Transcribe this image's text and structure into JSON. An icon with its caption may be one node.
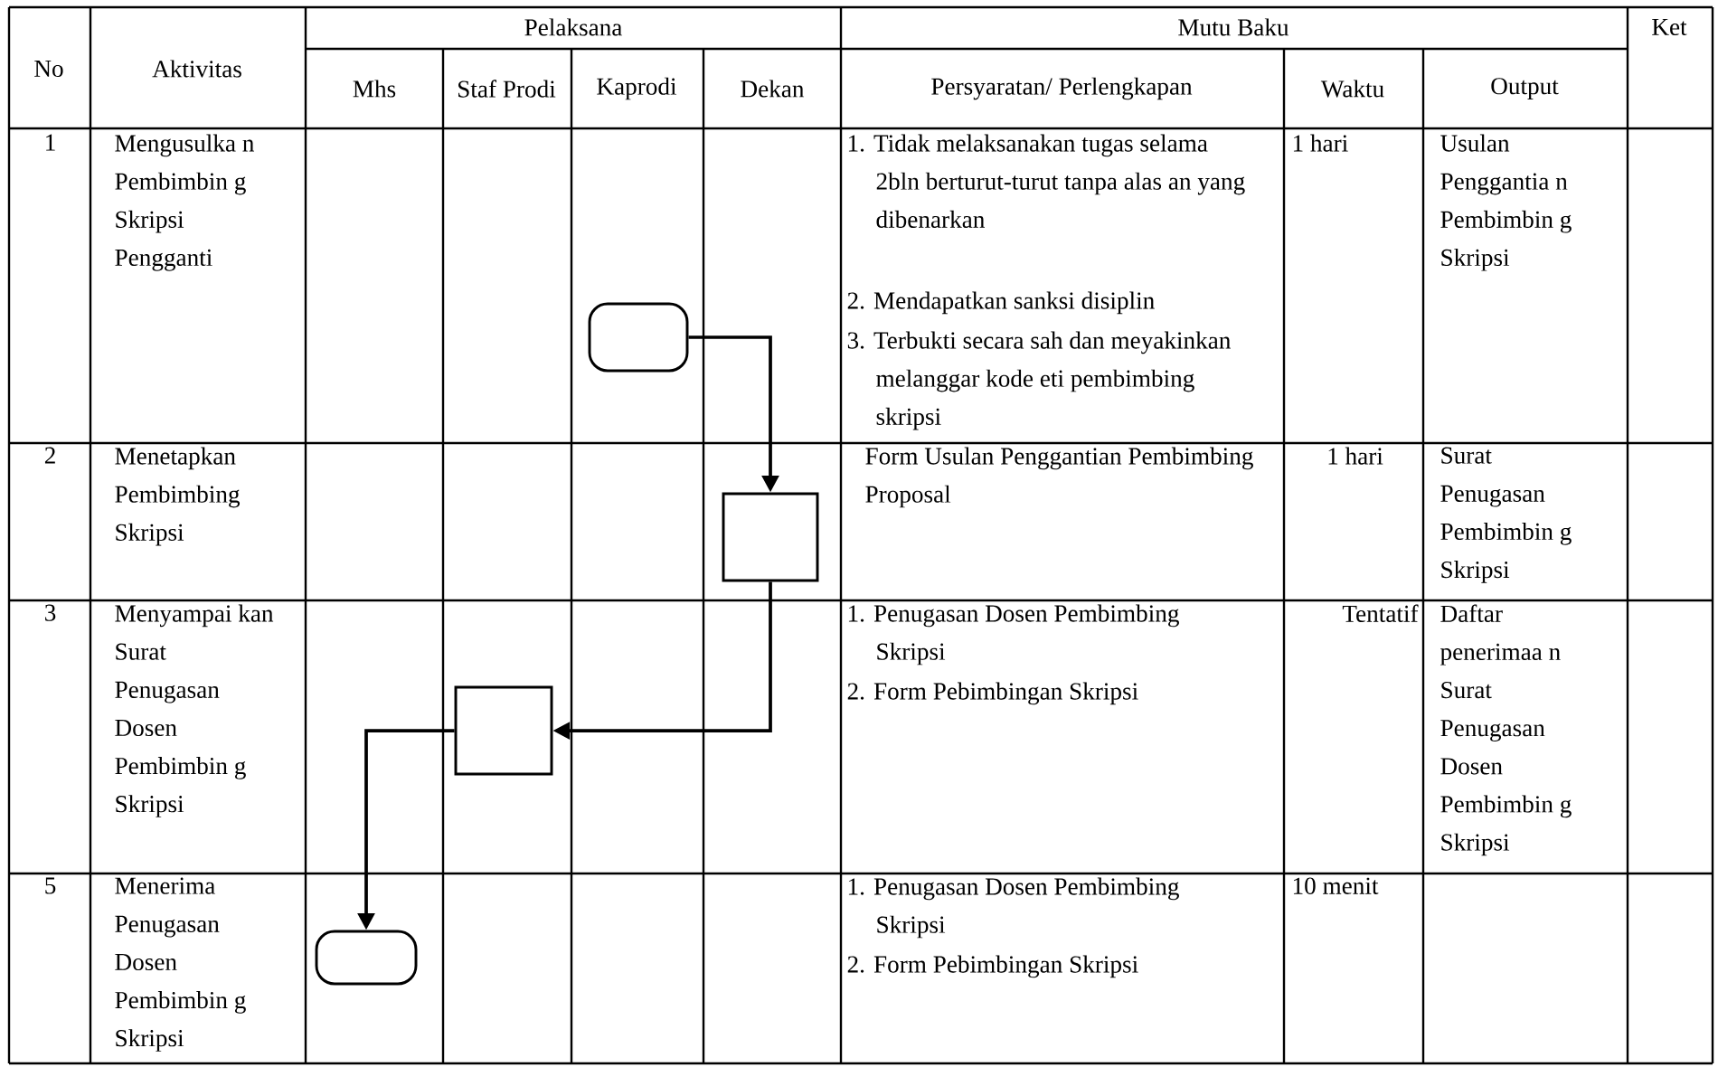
{
  "diagram": {
    "nodes": [
      {
        "text": [],
        "shape": "capsule"
      },
      {
        "text": [],
        "shape": "box"
      },
      {
        "text": [],
        "shape": "box"
      },
      {
        "text": [],
        "shape": "capsule"
      }
    ],
    "edges": [
      {
        "from": 0,
        "to": 1,
        "arrow": "to"
      },
      {
        "from": 1,
        "to": 2,
        "arrow": "to"
      },
      {
        "from": 2,
        "to": 3,
        "arrow": "to"
      }
    ],
    "labels": [
      "No",
      "Aktivitas",
      "Pelaksana",
      "Mutu Baku",
      "Ket",
      "Mhs",
      "Staf Prodi",
      "Kaprodi",
      "Dekan",
      "Persyaratan/ Perlengkapan",
      "Waktu",
      "Output",
      "1",
      "Mengusulka n Pembimbin g Skripsi Pengganti",
      "1. Tidak melaksanakan tugas selama 2bln berturut-turut tanpa alas an yang dibenarkan",
      "2. Mendapatkan sanksi disiplin",
      "3. Terbukti secara sah dan meyakinkan melanggar kode eti pembimbing skripsi",
      "1 hari",
      "Usulan Penggantia n Pembimbin g Skripsi",
      "2",
      "Menetapkan Pembimbing Skripsi",
      "Form Usulan Penggantian Pembimbing Proposal",
      "1 hari",
      "Surat Penugasan Pembimbin g Skripsi",
      "3",
      "Menyampai kan Surat Penugasan Dosen Pembimbin g Skripsi",
      "1. Penugasan Dosen Pembimbing Skripsi",
      "2. Form Pebimbingan Skripsi",
      "Tentatif",
      "Daftar penerimaa n Surat Penugasan Dosen Pembimbin g Skripsi",
      "5",
      "Menerima Penugasan Dosen Pembimbin g Skripsi",
      "1. Penugasan Dosen Pembimbing Skripsi",
      "2. Form Pebimbingan Skripsi",
      "10 menit"
    ]
  }
}
